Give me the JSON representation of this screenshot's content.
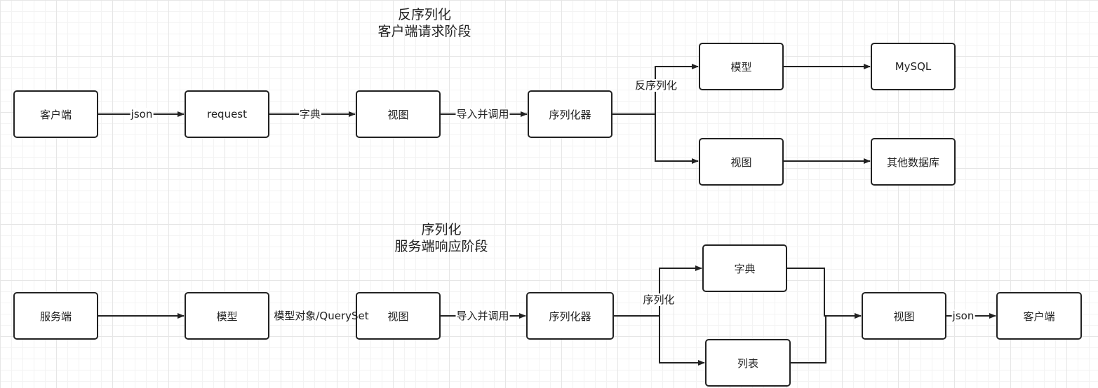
{
  "deserialize": {
    "title": "反序列化",
    "subtitle": "客户端请求阶段",
    "nodes": {
      "client": "客户端",
      "request": "request",
      "view": "视图",
      "serializer": "序列化器",
      "model": "模型",
      "mysql": "MySQL",
      "view2": "视图",
      "other_db": "其他数据库"
    },
    "edges": {
      "json": "json",
      "dict": "字典",
      "import_call": "导入并调用",
      "deserialize": "反序列化"
    }
  },
  "serialize": {
    "title": "序列化",
    "subtitle": "服务端响应阶段",
    "nodes": {
      "server": "服务端",
      "model": "模型",
      "view": "视图",
      "serializer": "序列化器",
      "dict": "字典",
      "list": "列表",
      "view2": "视图",
      "client": "客户端"
    },
    "edges": {
      "model_obj": "模型对象/QuerySet",
      "import_call": "导入并调用",
      "serialize": "序列化",
      "json": "json"
    }
  }
}
